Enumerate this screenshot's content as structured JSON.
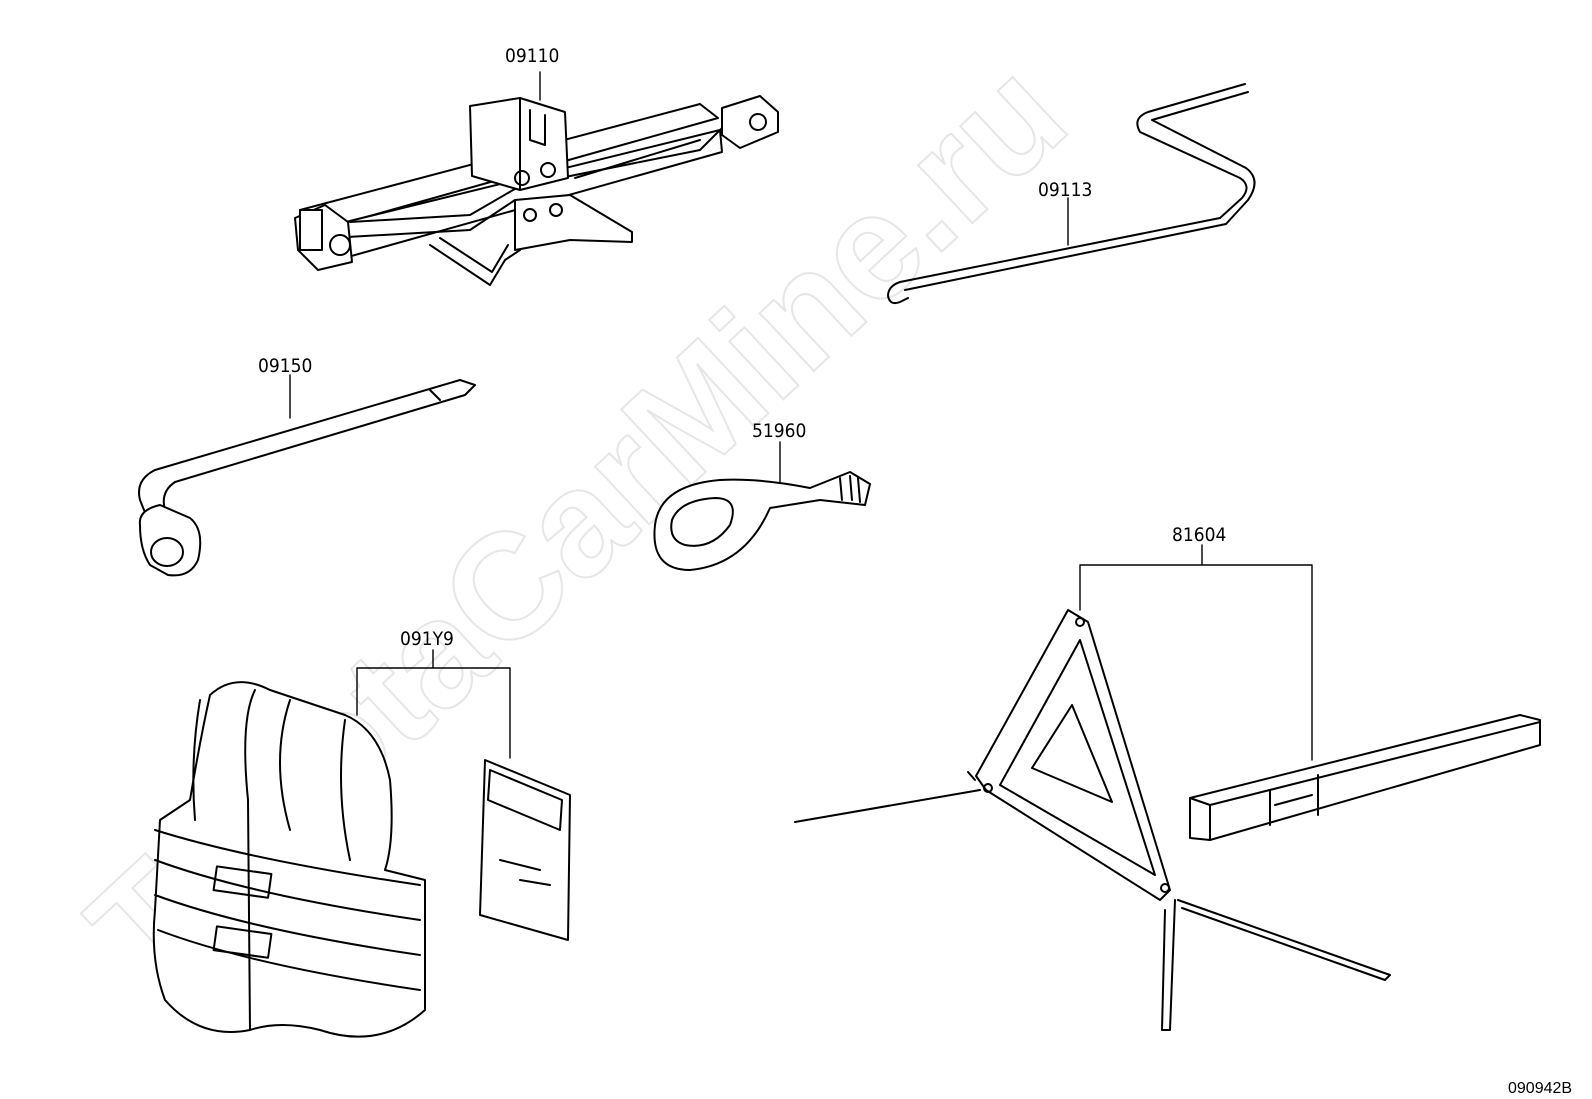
{
  "diagram": {
    "watermark": "ToyotaCarMine.ru",
    "reference_code": "090942B",
    "parts": [
      {
        "id": "jack",
        "number": "09110"
      },
      {
        "id": "jack-handle",
        "number": "09113"
      },
      {
        "id": "wheel-nut-wrench",
        "number": "09150"
      },
      {
        "id": "towing-eye",
        "number": "51960"
      },
      {
        "id": "warning-triangle",
        "number": "81604"
      },
      {
        "id": "safety-vest",
        "number": "091Y9"
      }
    ]
  }
}
